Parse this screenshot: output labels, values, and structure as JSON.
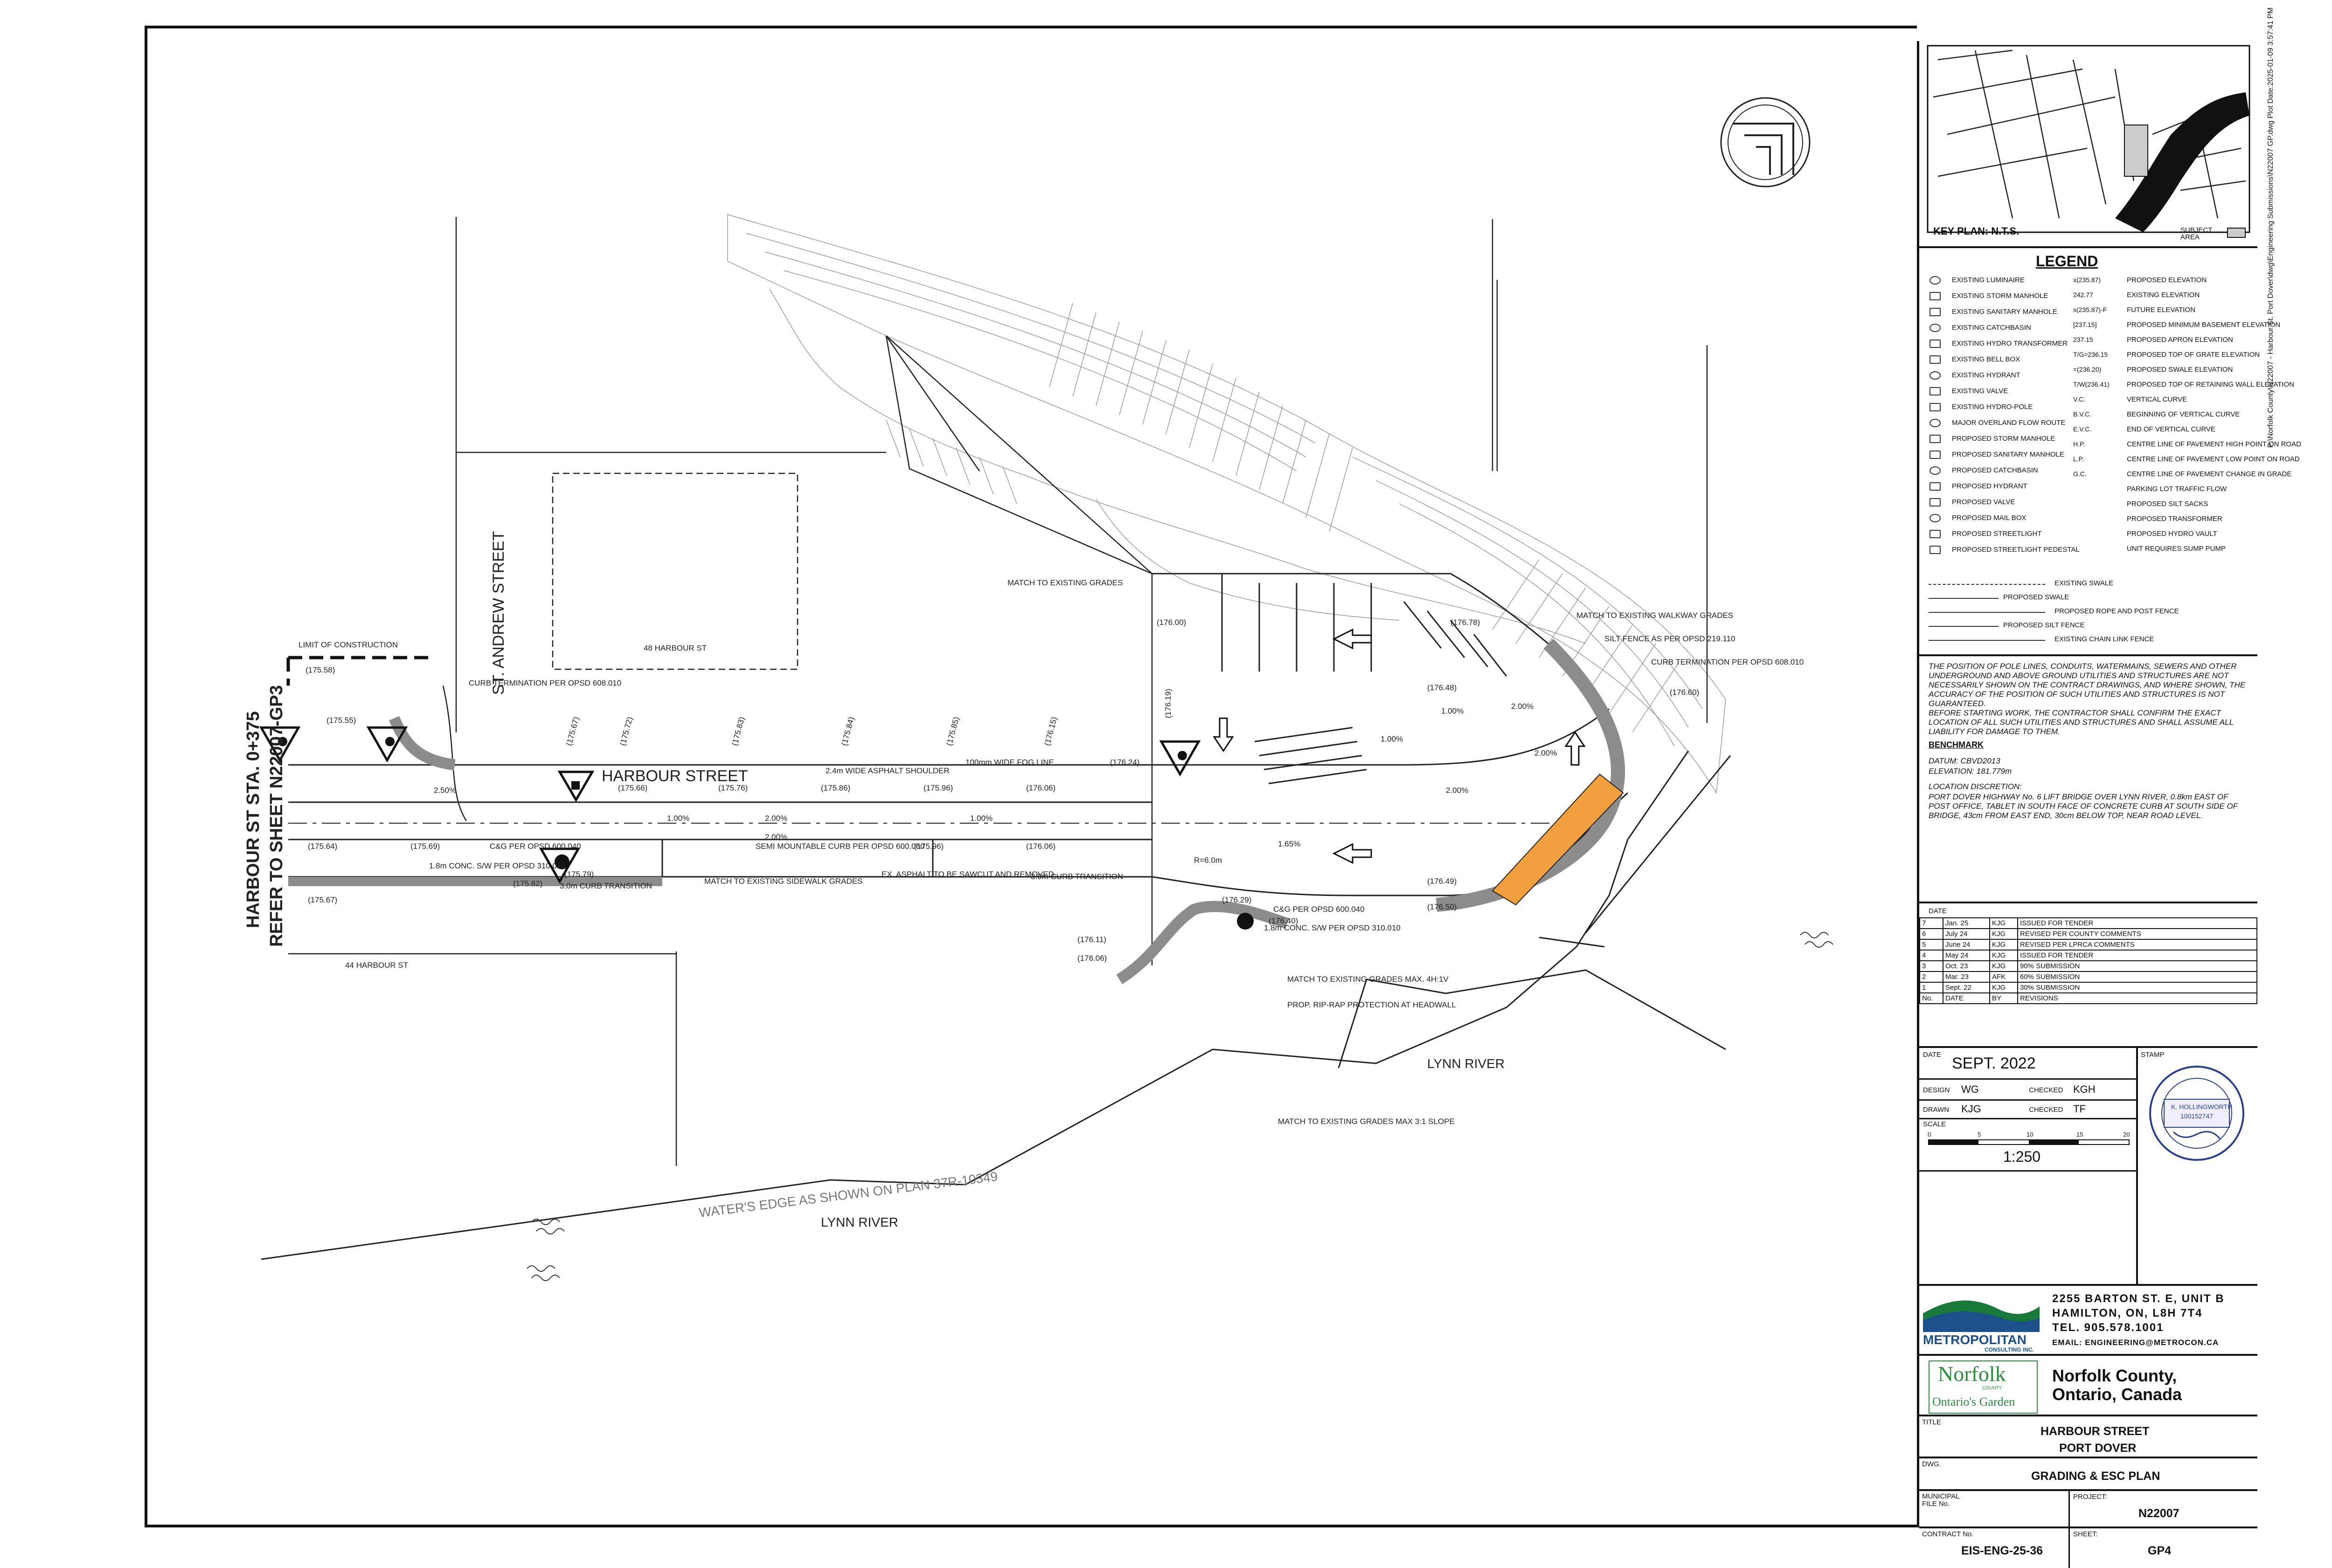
{
  "file_path_text": "P:\\Norfolk County\\N22007 - Harbour St. Port Dover\\dwg\\Engineering Submissions\\N22007 GP.dwg",
  "plot_date_text": "Plot Date:2025-01-09 3:57:41 PM",
  "key_plan": {
    "title": "KEY PLAN:  N.T.S.",
    "subject": "SUBJECT AREA"
  },
  "legend": {
    "title": "LEGEND",
    "left": [
      "EXISTING LUMINAIRE",
      "EXISTING STORM MANHOLE",
      "EXISTING SANITARY MANHOLE",
      "EXISTING CATCHBASIN",
      "EXISTING HYDRO TRANSFORMER",
      "EXISTING BELL BOX",
      "EXISTING HYDRANT",
      "EXISTING VALVE",
      "EXISTING HYDRO-POLE",
      "MAJOR OVERLAND FLOW ROUTE",
      "PROPOSED STORM MANHOLE",
      "PROPOSED SANITARY MANHOLE",
      "PROPOSED CATCHBASIN",
      "PROPOSED HYDRANT",
      "PROPOSED VALVE",
      "PROPOSED MAIL BOX",
      "PROPOSED STREETLIGHT",
      "PROPOSED STREETLIGHT PEDESTAL"
    ],
    "right": [
      "PROPOSED ELEVATION",
      "EXISTING ELEVATION",
      "FUTURE ELEVATION",
      "PROPOSED MINIMUM BASEMENT ELEVATION",
      "PROPOSED APRON ELEVATION",
      "PROPOSED TOP OF GRATE ELEVATION",
      "PROPOSED SWALE ELEVATION",
      "PROPOSED TOP OF RETAINING WALL ELEVATION",
      "VERTICAL CURVE",
      "BEGINNING OF VERTICAL CURVE",
      "END OF VERTICAL CURVE",
      "CENTRE LINE OF PAVEMENT HIGH POINT ON ROAD",
      "CENTRE LINE OF PAVEMENT LOW POINT ON ROAD",
      "CENTRE LINE OF PAVEMENT CHANGE IN GRADE",
      "PARKING LOT TRAFFIC FLOW",
      "PROPOSED SILT SACKS",
      "PROPOSED TRANSFORMER",
      "PROPOSED HYDRO VAULT",
      "UNIT REQUIRES SUMP PUMP"
    ],
    "bottom": [
      "EXISTING SWALE",
      "PROPOSED SWALE",
      "PROPOSED ROPE AND POST FENCE",
      "PROPOSED SILT FENCE",
      "EXISTING CHAIN LINK FENCE"
    ],
    "codes": [
      "x(235.87)",
      "242.77",
      "x(235.87)-F",
      "[237.15]",
      "237.15",
      "T/G=236.15",
      "=(236.20)",
      "T/W(236.41)",
      "V.C.",
      "B.V.C.",
      "E.V.C.",
      "H.P.",
      "L.P.",
      "G.C."
    ]
  },
  "notes": {
    "para1": "THE POSITION OF POLE LINES, CONDUITS, WATERMAINS, SEWERS AND OTHER UNDERGROUND AND ABOVE GROUND UTILITIES AND STRUCTURES ARE NOT NECESSARILY SHOWN ON THE CONTRACT DRAWINGS, AND WHERE SHOWN, THE ACCURACY OF THE POSITION OF SUCH UTILITIES AND STRUCTURES IS NOT GUARANTEED.",
    "para2": "BEFORE STARTING WORK, THE CONTRACTOR SHALL CONFIRM THE EXACT LOCATION OF ALL SUCH UTILITIES AND STRUCTURES AND SHALL ASSUME ALL LIABILITY FOR DAMAGE TO THEM.",
    "benchmark_title": "BENCHMARK",
    "datum": "DATUM: CBVD2013",
    "elevation": "ELEVATION: 181.779m",
    "location": "LOCATION DISCRETION:",
    "location_text": "PORT DOVER HIGHWAY No. 6 LIFT BRIDGE OVER LYNN RIVER, 0.8km EAST OF POST OFFICE, TABLET IN SOUTH FACE OF CONCRETE CURB AT SOUTH SIDE OF BRIDGE, 43cm FROM EAST END, 30cm BELOW TOP, NEAR ROAD LEVEL."
  },
  "revisions": {
    "header": "DATE",
    "rows": [
      [
        "7",
        "Jan. 25",
        "KJG",
        "ISSUED FOR TENDER"
      ],
      [
        "6",
        "July 24",
        "KJG",
        "REVISED PER COUNTY COMMENTS"
      ],
      [
        "5",
        "June 24",
        "KJG",
        "REVISED PER LPRCA COMMENTS"
      ],
      [
        "4",
        "May 24",
        "KJG",
        "ISSUED FOR TENDER"
      ],
      [
        "3",
        "Oct. 23",
        "KJG",
        "90% SUBMISSION"
      ],
      [
        "2",
        "Mar. 23",
        "AFK",
        "60% SUBMISSION"
      ],
      [
        "1",
        "Sept. 22",
        "KJG",
        "30% SUBMISSION"
      ]
    ],
    "cols": [
      "No.",
      "DATE",
      "BY",
      "REVISIONS"
    ]
  },
  "info": {
    "date_label": "DATE",
    "date": "SEPT. 2022",
    "stamp_label": "STAMP",
    "design_label": "DESIGN",
    "design": "WG",
    "checked_label": "CHECKED",
    "checked1": "KGH",
    "drawn_label": "DRAWN",
    "drawn": "KJG",
    "checked2": "TF",
    "scale_label": "SCALE",
    "scale_ticks": [
      "0",
      "5",
      "10",
      "15",
      "20"
    ],
    "scale": "1:250",
    "seal_name": "K. HOLLINGWORTH",
    "seal_no": "100152747"
  },
  "firm": {
    "address1": "2255 BARTON ST. E, UNIT B",
    "address2": "HAMILTON, ON, L8H 7T4",
    "tel": "TEL. 905.578.1001",
    "email": "EMAIL: ENGINEERING@METROCON.CA",
    "name": "METROPOLITAN",
    "sub": "CONSULTING INC."
  },
  "client": {
    "logo": "Norfolk",
    "logo_sub": "COUNTY",
    "tag": "Ontario's Garden",
    "name1": "Norfolk County,",
    "name2": "Ontario, Canada"
  },
  "title_block": {
    "title_label": "TITLE",
    "title1": "HARBOUR STREET",
    "title2": "PORT DOVER",
    "dwg_label": "DWG.",
    "dwg": "GRADING & ESC PLAN",
    "municipal_label": "MUNICIPAL FILE No.",
    "project_label": "PROJECT:",
    "project": "N22007",
    "contract_label": "CONTRACT No.",
    "contract": "EIS-ENG-25-36",
    "sheet_label": "SHEET:",
    "sheet": "GP4"
  },
  "plan": {
    "harbour_street": "HARBOUR STREET",
    "st_andrew": "ST. ANDREW STREET",
    "match_ref1": "HARBOUR ST STA. 0+375",
    "match_ref2": "REFER TO SHEET N22007-GP3",
    "lynn_river_1": "LYNN RIVER",
    "lynn_river_2": "LYNN RIVER",
    "waters_edge": "WATER'S EDGE AS SHOWN ON PLAN 37R-10349",
    "lot_48": "48 HARBOUR ST",
    "lot_44": "44 HARBOUR ST",
    "limit": "LIMIT OF CONSTRUCTION",
    "curb_term": "CURB TERMINATION PER OPSD 608.010",
    "curb_term2": "CURB TERMINATION PER OPSD 608.010",
    "match_grades": "MATCH TO EXISTING GRADES",
    "match_walkway": "MATCH TO EXISTING WALKWAY GRADES",
    "silt_fence": "SILT FENCE AS PER OPSD 219.110",
    "shoulder": "2.4m WIDE ASPHALT SHOULDER",
    "fog_line": "100mm WIDE FOG LINE",
    "cg1": "C&G PER OPSD 600.040",
    "cg2": "C&G PER OPSD 600.040",
    "sw1": "1.8m CONC. S/W PER OPSD 310.010",
    "sw2": "1.8m CONC. S/W PER OPSD 310.010",
    "mountable": "SEMI MOUNTABLE CURB PER OPSD 600.060",
    "transition1": "3.0m CURB TRANSITION",
    "transition2": "3.0m CURB TRANSITION",
    "match_sidewalk": "MATCH TO EXISTING SIDEWALK GRADES",
    "ex_asphalt": "EX. ASPHALT TO BE SAWCUT AND REMOVED",
    "match_grades2": "MATCH TO EXISTING GRADES MAX. 4H:1V",
    "riprap": "PROP. RIP-RAP PROTECTION AT HEADWALL",
    "slope": "MATCH TO EXISTING GRADES MAX 3:1 SLOPE",
    "r60": "R=6.0m",
    "slopes": [
      "2.50%",
      "1.00%",
      "2.00%",
      "2.00%",
      "1.00%",
      "1.65%",
      "2.00%",
      "2.00%",
      "1.00%",
      "1.00%",
      "2.00%"
    ],
    "elevations": [
      "(175.58)",
      "(175.55)",
      "(175.67)",
      "(175.72)",
      "(175.83)",
      "(175.84)",
      "(175.85)",
      "(176.15)",
      "(176.24)",
      "(175.66)",
      "(175.76)",
      "(175.86)",
      "(175.96)",
      "(176.06)",
      "(175.64)",
      "(175.69)",
      "(175.82)",
      "(175.67)",
      "(175.79)",
      "(175.96)",
      "(176.06)",
      "(176.29)",
      "(176.40)",
      "(176.49)",
      "(176.50)",
      "(176.48)",
      "(176.19)",
      "(176.00)",
      "(176.11)",
      "(176.06)",
      "(176.60)",
      "(176.78)"
    ]
  },
  "colors": {
    "ink": "#111111",
    "grid": "#9a9a9a",
    "orange": "#f2a03d",
    "road": "#8c8c8c",
    "metro_green": "#1a7a3c",
    "metro_blue": "#1a4f8a",
    "norfolk_green": "#2d8a3f"
  }
}
